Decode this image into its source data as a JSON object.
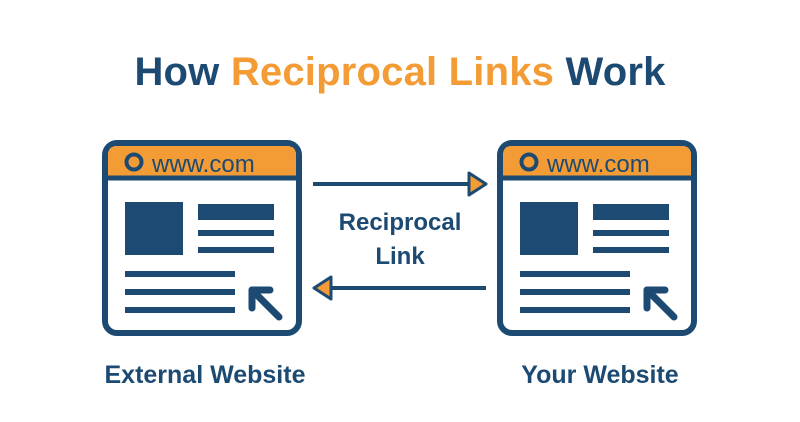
{
  "title": {
    "part1": "How",
    "highlight": "Reciprocal Links",
    "part2": "Work"
  },
  "sites": [
    {
      "url": "www.com",
      "caption": "External Website"
    },
    {
      "url": "www.com",
      "caption": "Your Website"
    }
  ],
  "link_label": {
    "line1": "Reciprocal",
    "line2": "Link"
  },
  "colors": {
    "navy": "#1c4a73",
    "orange": "#f39c35",
    "white": "#ffffff"
  }
}
